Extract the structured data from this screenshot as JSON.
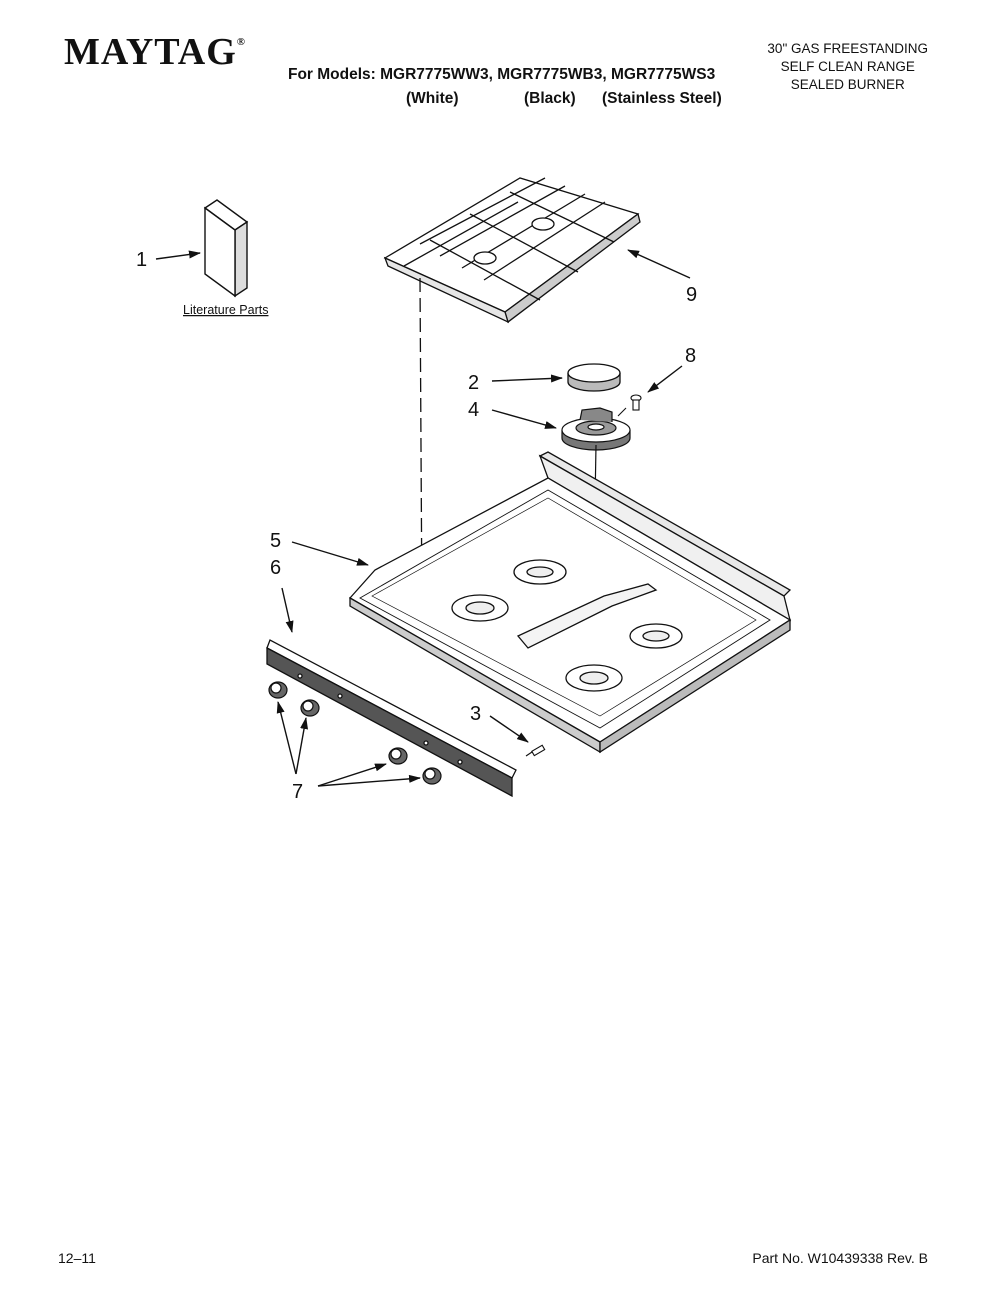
{
  "header": {
    "brand": "MAYTAG",
    "brand_mark": "®",
    "models_line": "For Models: MGR7775WW3, MGR7775WB3, MGR7775WS3",
    "colors": [
      "(White)",
      "(Black)",
      "(Stainless Steel)"
    ],
    "description": [
      "30\" GAS FREESTANDING",
      "SELF CLEAN RANGE",
      "SEALED BURNER"
    ]
  },
  "diagram": {
    "callouts": [
      "1",
      "2",
      "3",
      "4",
      "5",
      "6",
      "7",
      "8",
      "9"
    ],
    "literature_label": "Literature Parts"
  },
  "footer": {
    "date_code": "12–11",
    "part_number": "Part No. W10439338 Rev. B"
  }
}
